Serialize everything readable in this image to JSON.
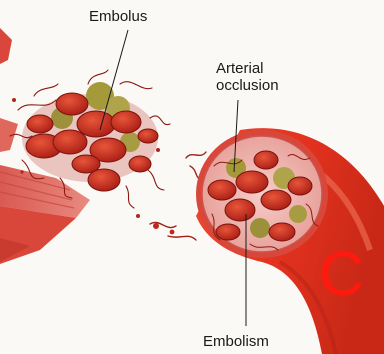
{
  "labels": {
    "embolus": "Embolus",
    "arterial_occlusion_line1": "Arterial",
    "arterial_occlusion_line2": "occlusion",
    "embolism": "Embolism"
  },
  "panel_letter": "C",
  "colors": {
    "panel_letter": "#ff1a0d",
    "vessel_wall": "#e23a24",
    "vessel_lumen": "#f2b9b4",
    "clot_red": "#c4241a",
    "clot_olive": "#a49a3a",
    "background": "#fbf9f6"
  }
}
